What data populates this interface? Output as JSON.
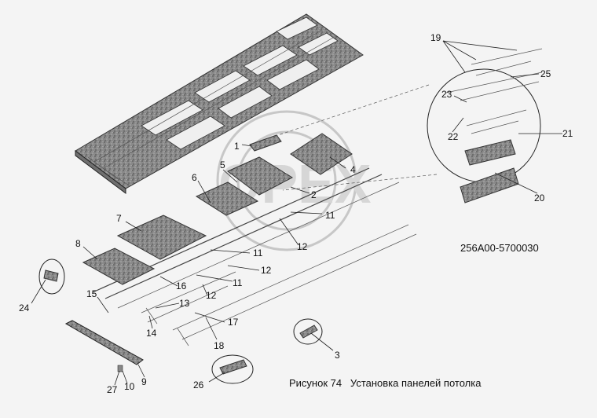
{
  "drawing_code": "256A00-5700030",
  "caption": "Рисунок 74   Установка панелей потолка",
  "watermark_text": "OPEX",
  "callouts": {
    "c1": "1",
    "c2": "2",
    "c3": "3",
    "c4": "4",
    "c5": "5",
    "c6": "6",
    "c7": "7",
    "c8": "8",
    "c9": "9",
    "c10": "10",
    "c11": "11",
    "c12": "12",
    "c13": "13",
    "c14": "14",
    "c15": "15",
    "c16": "16",
    "c17": "17",
    "c18": "18",
    "c19": "19",
    "c20": "20",
    "c21": "21",
    "c22": "22",
    "c23": "23",
    "c24": "24",
    "c25": "25",
    "c26": "26",
    "c27": "27"
  }
}
